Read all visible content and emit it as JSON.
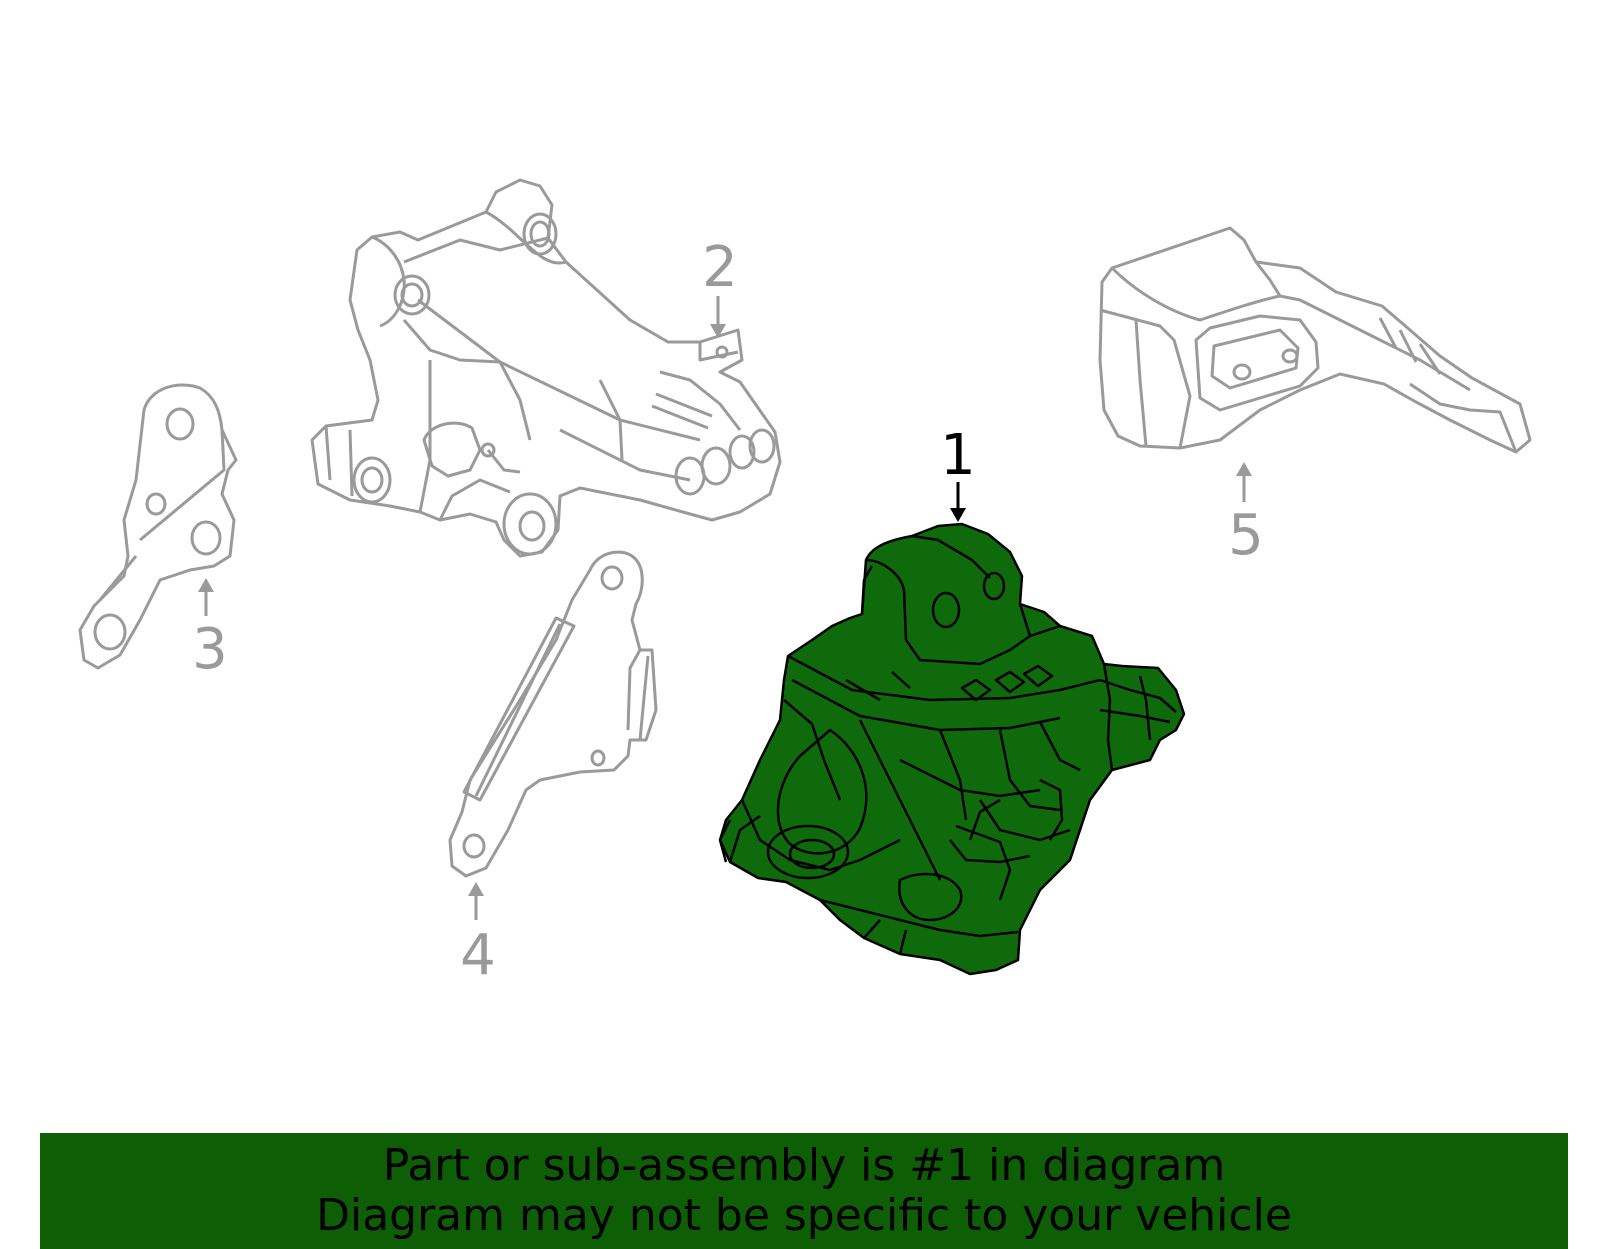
{
  "colors": {
    "highlight_fill": "#0e6a0a",
    "highlight_stroke": "#000000",
    "part_stroke": "#9a9a9a",
    "banner_background": "#0e5e06",
    "banner_text": "#000000"
  },
  "callouts": [
    {
      "number": "1",
      "part": "highlighted-engine-mount",
      "highlighted": true
    },
    {
      "number": "2",
      "part": "engine-mount-bracket",
      "highlighted": false
    },
    {
      "number": "3",
      "part": "small-bracket",
      "highlighted": false
    },
    {
      "number": "4",
      "part": "support-bracket",
      "highlighted": false
    },
    {
      "number": "5",
      "part": "heat-shield",
      "highlighted": false
    }
  ],
  "banner": {
    "line1": "Part or sub-assembly is #1 in diagram",
    "line2": "Diagram may not be specific to your vehicle"
  }
}
